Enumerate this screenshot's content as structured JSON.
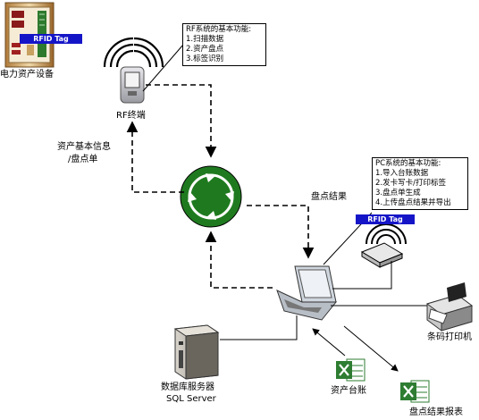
{
  "devices": {
    "power_asset": "电力资产设备",
    "rf_terminal": "RF终端",
    "db_server_line1": "数据库服务器",
    "db_server_line2": "SQL Server",
    "barcode_printer": "条码打印机",
    "asset_ledger": "资产台账",
    "inventory_report": "盘点结果报表"
  },
  "rfid_tag_top": "RFID Tag",
  "rfid_tag_right": "RFID Tag",
  "rf_box": {
    "title": "RF系统的基本功能:",
    "items": [
      "1.扫描数据",
      "2.资产盘点",
      "3.标签识别"
    ]
  },
  "pc_box": {
    "title": "PC系统的基本功能:",
    "items": [
      "1.导入台账数据",
      "2.发卡写卡/打印标签",
      "3.盘点单生成",
      "4.上传盘点结果并导出"
    ]
  },
  "flow": {
    "asset_info_line1": "资产基本信息",
    "asset_info_line2": "/盘点单",
    "inventory_result": "盘点结果"
  },
  "colors": {
    "sync_green": "#1f7a1f",
    "tag_blue": "#1515c8",
    "excel_green": "#2e7d32"
  }
}
